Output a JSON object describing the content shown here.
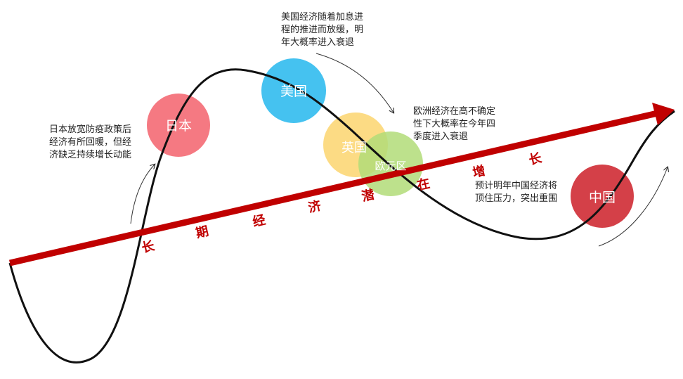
{
  "economies": [
    {
      "key": "japan",
      "label": "日本",
      "color": "#f4727b"
    },
    {
      "key": "usa",
      "label": "美国",
      "color": "#3bbfef"
    },
    {
      "key": "uk",
      "label": "英国",
      "color": "#fbd56e"
    },
    {
      "key": "eurozone",
      "label": "欧元区",
      "color": "#b2dc78"
    },
    {
      "key": "china",
      "label": "中国",
      "color": "#d2363e"
    }
  ],
  "notes": {
    "japan": "日本放宽防疫政策后\n经济有所回暖，但经\n济缺乏持续增长动能",
    "usa": "美国经济随着加息进\n程的推进而放缓，明\n年大概率进入衰退",
    "europe": "欧洲经济在高不确定\n性下大概率在今年四\n季度进入衰退",
    "china": "预计明年中国经济将\n顶住压力，突出重围"
  },
  "trend": {
    "chars": [
      "长",
      "期",
      "经",
      "济",
      "潜",
      "在",
      "增",
      "长"
    ],
    "color": "#c00000"
  },
  "curve_color": "#111111"
}
